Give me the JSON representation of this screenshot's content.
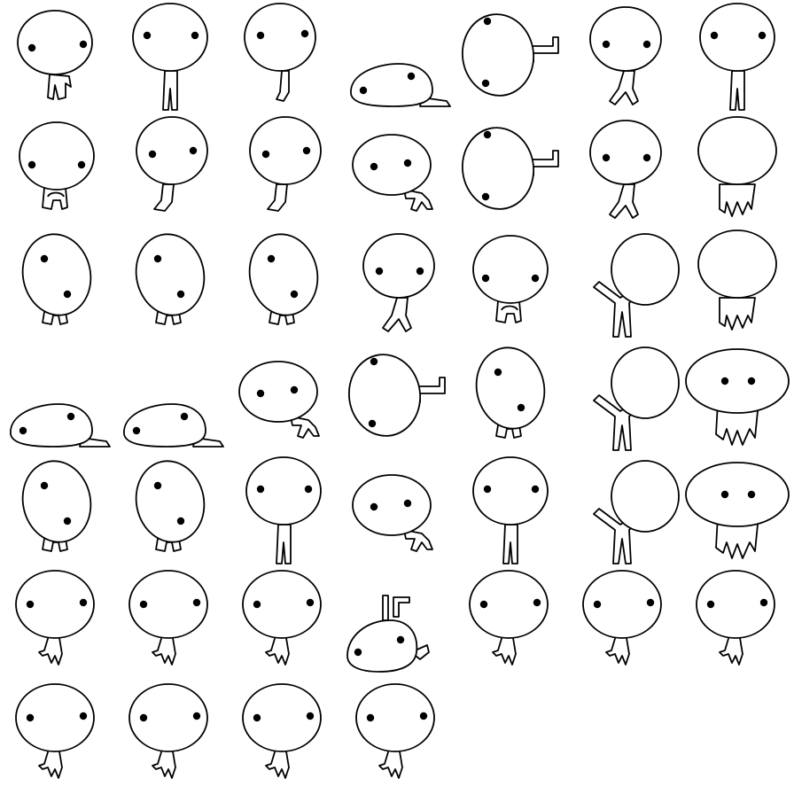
{
  "sprite_sheet": {
    "background": "#ffffff",
    "ink_color": "#000000",
    "fill_color": "#ffffff",
    "grid": {
      "columns": 7,
      "rows": 7
    },
    "frames": [
      {
        "row": 0,
        "col": 0,
        "pose": "standing-hand-down"
      },
      {
        "row": 0,
        "col": 1,
        "pose": "standing-legs"
      },
      {
        "row": 0,
        "col": 2,
        "pose": "standing-bent-leg"
      },
      {
        "row": 0,
        "col": 3,
        "pose": "lying-flat"
      },
      {
        "row": 0,
        "col": 4,
        "pose": "tilted-arm-raised"
      },
      {
        "row": 0,
        "col": 5,
        "pose": "walking"
      },
      {
        "row": 0,
        "col": 6,
        "pose": "standing-legs"
      },
      {
        "row": 1,
        "col": 0,
        "pose": "sitting"
      },
      {
        "row": 1,
        "col": 1,
        "pose": "sitting-side"
      },
      {
        "row": 1,
        "col": 2,
        "pose": "sitting-side"
      },
      {
        "row": 1,
        "col": 3,
        "pose": "reaching"
      },
      {
        "row": 1,
        "col": 4,
        "pose": "tilted-arm-raised"
      },
      {
        "row": 1,
        "col": 5,
        "pose": "walking"
      },
      {
        "row": 1,
        "col": 6,
        "pose": "dripping"
      },
      {
        "row": 2,
        "col": 0,
        "pose": "sitting-tilted"
      },
      {
        "row": 2,
        "col": 1,
        "pose": "sitting-tilted"
      },
      {
        "row": 2,
        "col": 2,
        "pose": "sitting-tilted"
      },
      {
        "row": 2,
        "col": 3,
        "pose": "walking"
      },
      {
        "row": 2,
        "col": 4,
        "pose": "sitting"
      },
      {
        "row": 2,
        "col": 5,
        "pose": "leaning-arm"
      },
      {
        "row": 2,
        "col": 6,
        "pose": "dripping"
      },
      {
        "row": 3,
        "col": 0,
        "pose": "lying-flat"
      },
      {
        "row": 3,
        "col": 1,
        "pose": "lying-flat"
      },
      {
        "row": 3,
        "col": 2,
        "pose": "reaching"
      },
      {
        "row": 3,
        "col": 3,
        "pose": "tilted-arm-raised"
      },
      {
        "row": 3,
        "col": 4,
        "pose": "sitting-tilted"
      },
      {
        "row": 3,
        "col": 5,
        "pose": "leaning-arm"
      },
      {
        "row": 3,
        "col": 6,
        "pose": "dripping-wide"
      },
      {
        "row": 4,
        "col": 0,
        "pose": "sitting-tilted"
      },
      {
        "row": 4,
        "col": 1,
        "pose": "sitting-tilted"
      },
      {
        "row": 4,
        "col": 2,
        "pose": "standing-legs"
      },
      {
        "row": 4,
        "col": 3,
        "pose": "reaching"
      },
      {
        "row": 4,
        "col": 4,
        "pose": "standing-legs"
      },
      {
        "row": 4,
        "col": 5,
        "pose": "leaning-arm"
      },
      {
        "row": 4,
        "col": 6,
        "pose": "dripping-wide"
      },
      {
        "row": 5,
        "col": 0,
        "pose": "hanging-legs"
      },
      {
        "row": 5,
        "col": 1,
        "pose": "hanging-legs"
      },
      {
        "row": 5,
        "col": 2,
        "pose": "hanging-legs"
      },
      {
        "row": 5,
        "col": 3,
        "pose": "lying-arm-up"
      },
      {
        "row": 5,
        "col": 4,
        "pose": "hanging-legs"
      },
      {
        "row": 5,
        "col": 5,
        "pose": "hanging-legs"
      },
      {
        "row": 5,
        "col": 6,
        "pose": "hanging-legs"
      },
      {
        "row": 6,
        "col": 0,
        "pose": "hanging-legs"
      },
      {
        "row": 6,
        "col": 1,
        "pose": "hanging-legs"
      },
      {
        "row": 6,
        "col": 2,
        "pose": "hanging-legs"
      },
      {
        "row": 6,
        "col": 3,
        "pose": "hanging-legs"
      }
    ]
  }
}
